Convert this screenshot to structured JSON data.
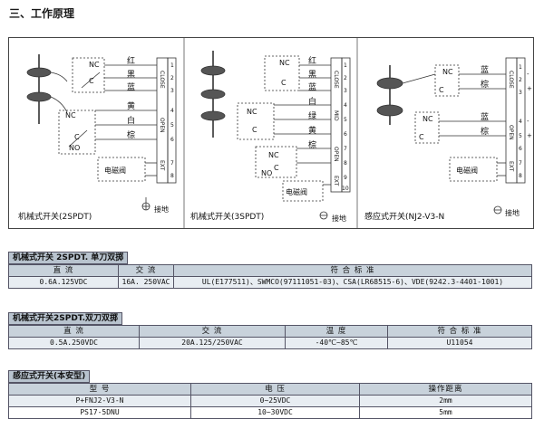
{
  "section_title": "三、工作原理",
  "diagrams": [
    {
      "caption": "机械式开关(2SPDT)",
      "wires": [
        "红",
        "黑",
        "蓝",
        "黄",
        "白",
        "棕"
      ],
      "terminals": [
        "1",
        "2",
        "3",
        "4",
        "5",
        "6",
        "7",
        "8"
      ],
      "close_label": "CLOSE",
      "open_label": "OPEN",
      "ext_label": "EXT",
      "nc": "NC",
      "c": "C",
      "no": "NO",
      "valve": "电磁阀",
      "ground": "接地"
    },
    {
      "caption": "机械式开关(3SPDT)",
      "wires": [
        "红",
        "黑",
        "蓝",
        "白",
        "绿",
        "黄",
        "棕"
      ],
      "terminals": [
        "1",
        "2",
        "3",
        "4",
        "5",
        "6",
        "7",
        "8",
        "9",
        "10"
      ],
      "close_label": "CLOSE",
      "open_label": "OPEN",
      "mid_label": "MID",
      "ext_label": "EXT",
      "nc": "NC",
      "c": "C",
      "no": "NO",
      "valve": "电磁阀",
      "ground": "接地"
    },
    {
      "caption": "感应式开关(NJ2-V3-N",
      "wires": [
        "蓝",
        "棕",
        "蓝",
        "棕"
      ],
      "terminals": [
        "1",
        "2",
        "3",
        "4",
        "5",
        "6",
        "7",
        "8"
      ],
      "polarity": [
        "-",
        "+",
        "-",
        "+"
      ],
      "close_label": "CLOSE",
      "open_label": "OPEN",
      "ext_label": "EXT",
      "nc": "NC",
      "c": "C",
      "valve": "电磁阀",
      "ground": "接地"
    }
  ],
  "table1": {
    "title": "机械式开关 2SPDT. 单刀双掷",
    "headers": [
      "直  流",
      "交  流",
      "符 合 标 准"
    ],
    "rows": [
      [
        "0.6A.125VDC",
        "16A. 250VAC",
        "UL(E177511)、SWMCO(97111051-03)、CSA(LR68515-6)、VDE(9242.3-4401-1001)"
      ]
    ]
  },
  "table2": {
    "title": "机械式开关2SPDT.双刀双掷",
    "headers": [
      "直  流",
      "交  流",
      "温  度",
      "符 合 标 准"
    ],
    "rows": [
      [
        "0.5A.250VDC",
        "20A.125/250VAC",
        "-40℃~85℃",
        "U11054"
      ]
    ]
  },
  "table3": {
    "title": "感应式开关(本安型)",
    "headers": [
      "型  号",
      "电  压",
      "操作距离"
    ],
    "rows": [
      [
        "P+FNJ2-V3-N",
        "0~25VDC",
        "2mm"
      ],
      [
        "PS17-5DNU",
        "10~30VDC",
        "5mm"
      ]
    ]
  }
}
